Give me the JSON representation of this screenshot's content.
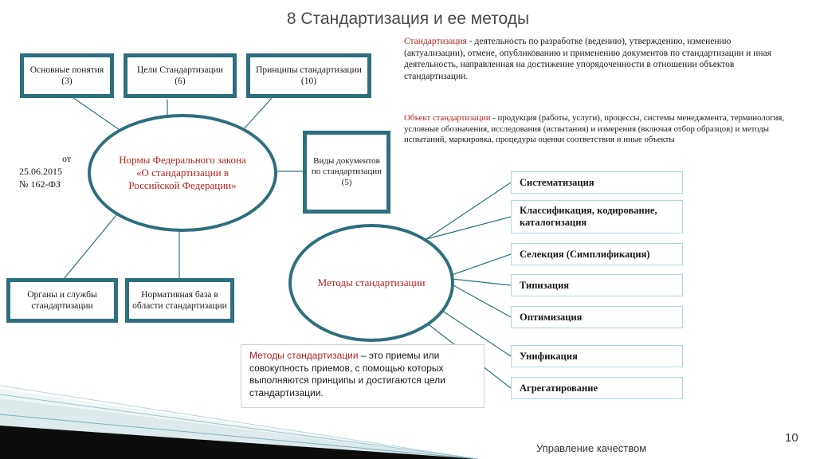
{
  "title": "8 Стандартизация и ее методы",
  "top_boxes": [
    "Основные понятия (3)",
    "Цели Стандартизации (6)",
    "Принципы стандартизации (10)"
  ],
  "central_ellipse": "Нормы Федерального закона «О стандартизации в Российской Федерации»",
  "date_note": {
    "line1": "от",
    "line2": "25.06.2015",
    "line3": "№ 162-ФЗ"
  },
  "doc_types_box": "Виды документов по стандартизации (5)",
  "bottom_boxes": [
    "Органы и службы стандартизации",
    "Нормативная база в области стандартизации"
  ],
  "methods_ellipse": "Методы стандартизации",
  "definition": {
    "term": "Стандартизация",
    "text": " - деятельность по разработке (ведению), утверждению, изменению (актуализации), отмене, опубликованию и применению документов по стандартизации и иная деятельность, направленная на достижение упорядоченности в отношении объектов стандартизации."
  },
  "object_definition": {
    "term": "Объект стандартизации",
    "text": " - продукция (работы, услуги), процессы, системы менеджмента, терминология, условные обозначения, исследования (испытания) и измерения (включая отбор образцов) и методы испытаний, маркировка, процедуры оценки соответствия и иные объекты"
  },
  "methods": [
    "Систематизация",
    "Классификация, кодирование, каталогизация",
    "Селекция (Симплификация)",
    "Типизация",
    "Оптимизация",
    "Унификация",
    "Агрегатирование"
  ],
  "methods_note": {
    "term": "Методы стандартизации",
    "text": " – это приемы или совокупность приемов, с помощью которых выполняются принципы и достигаются цели стандартизации."
  },
  "footer": "Управление качеством",
  "page_number": "10",
  "colors": {
    "border": "#2e6f7d",
    "accent": "#b22222",
    "method_border": "#a9d6df"
  }
}
